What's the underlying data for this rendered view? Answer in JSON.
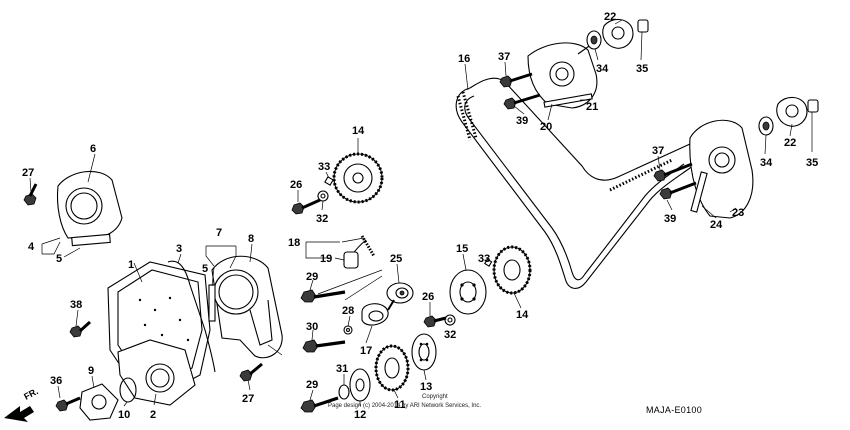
{
  "diagram": {
    "callouts": {
      "c1": "1",
      "c2": "2",
      "c3": "3",
      "c4": "4",
      "c5a": "5",
      "c5b": "5",
      "c6": "6",
      "c7": "7",
      "c8": "8",
      "c9": "9",
      "c10": "10",
      "c11": "11",
      "c12": "12",
      "c13": "13",
      "c14a": "14",
      "c14b": "14",
      "c15": "15",
      "c16": "16",
      "c17": "17",
      "c18": "18",
      "c19": "19",
      "c20": "20",
      "c21": "21",
      "c22a": "22",
      "c22b": "22",
      "c23": "23",
      "c24": "24",
      "c25": "25",
      "c26a": "26",
      "c26b": "26",
      "c27a": "27",
      "c27b": "27",
      "c28": "28",
      "c29a": "29",
      "c29b": "29",
      "c30": "30",
      "c31": "31",
      "c32a": "32",
      "c32b": "32",
      "c33a": "33",
      "c33b": "33",
      "c34a": "34",
      "c34b": "34",
      "c35a": "35",
      "c35b": "35",
      "c36": "36",
      "c37a": "37",
      "c37b": "37",
      "c38": "38",
      "c39a": "39",
      "c39b": "39"
    },
    "copyright_line1": "Copyright",
    "copyright_line2": "Page design (c) 2004-2014 by ARI Network Services, Inc.",
    "diagram_code": "MAJA-E0100",
    "front_label": "FR."
  }
}
